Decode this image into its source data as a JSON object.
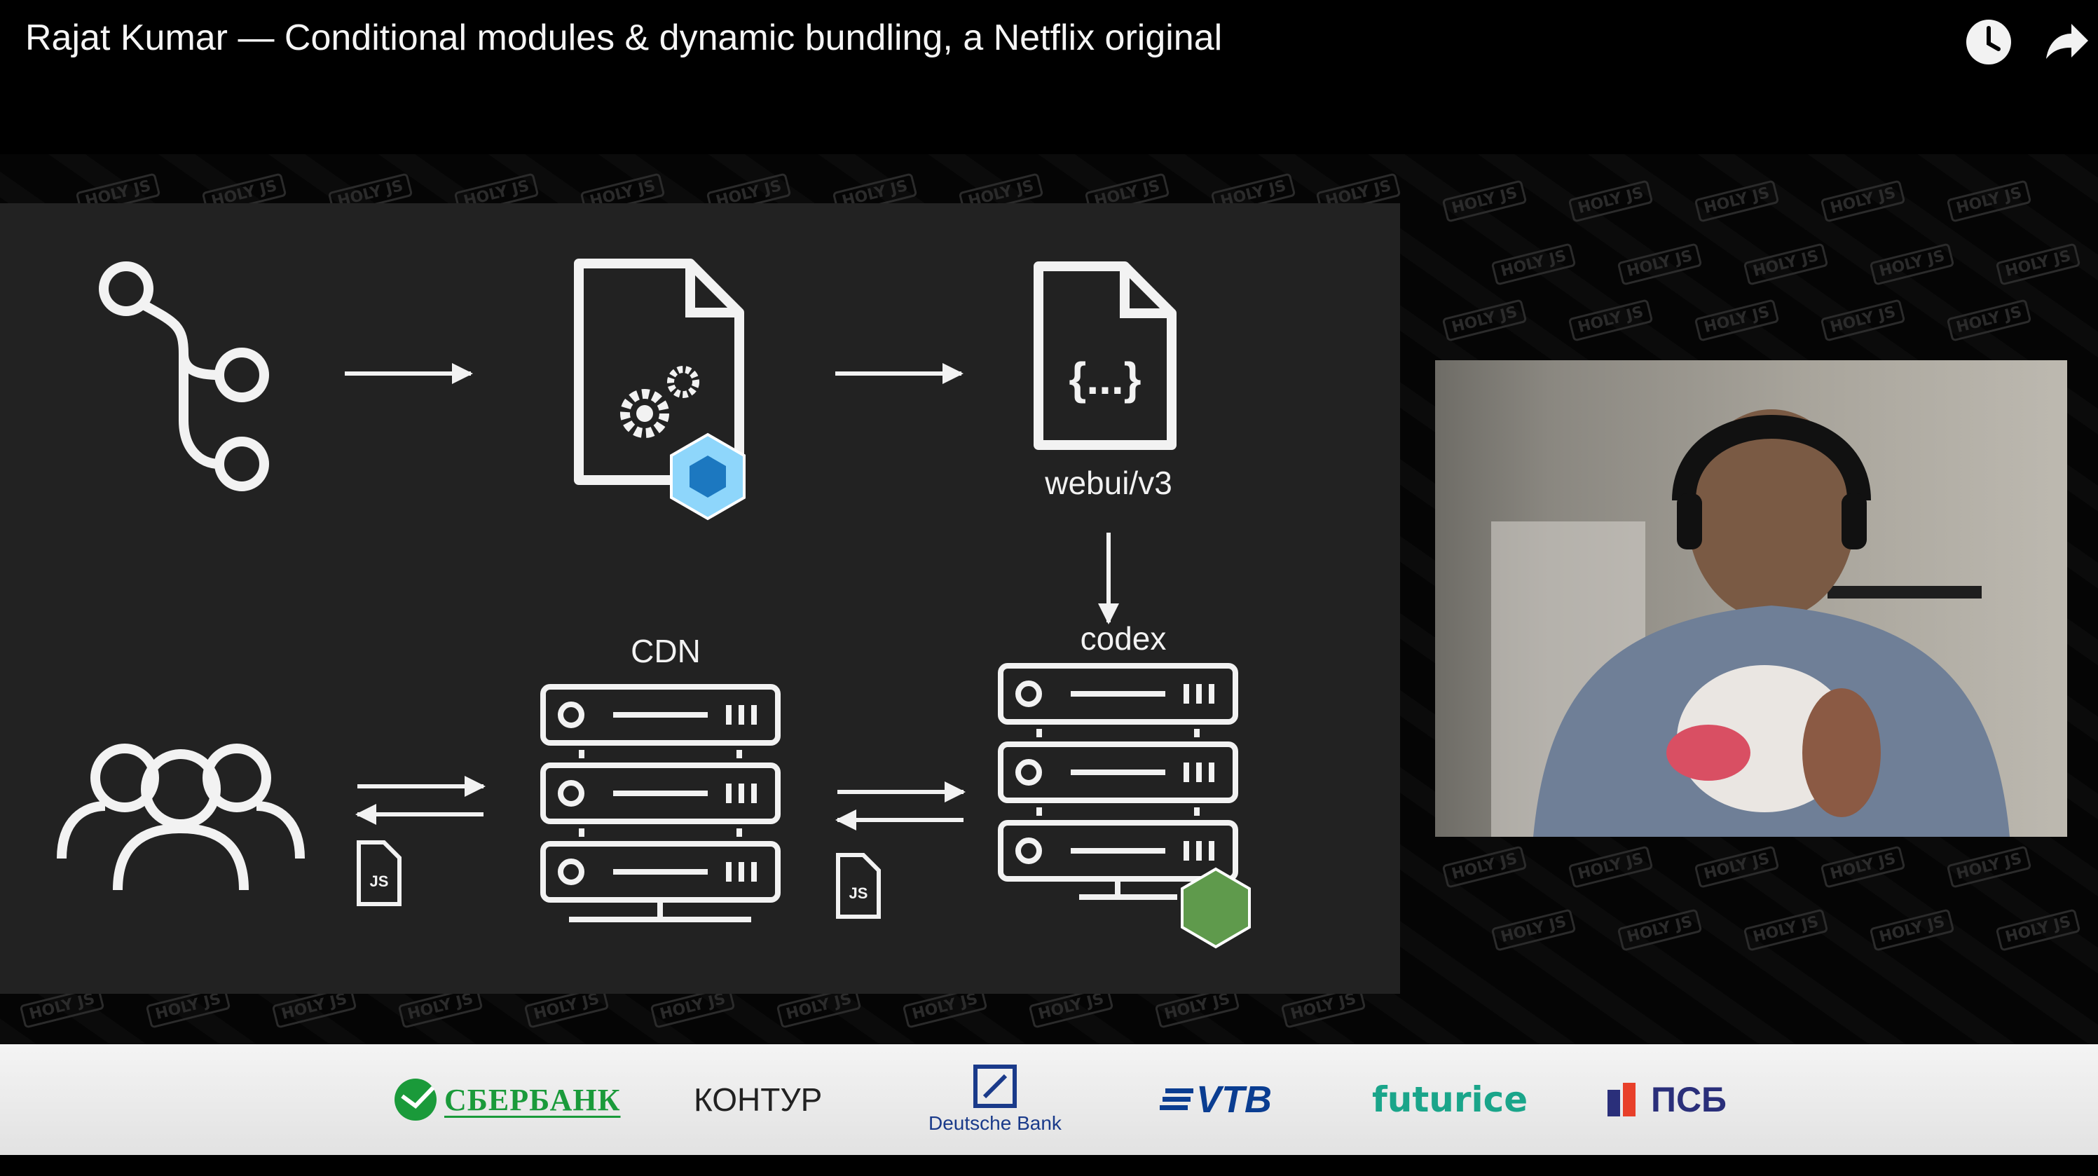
{
  "video": {
    "title": "Rajat Kumar — Conditional modules & dynamic bundling, a Netflix original",
    "watch_later_icon": "clock-icon",
    "share_icon": "share-arrow-icon"
  },
  "slide": {
    "label_webui": "webui/v3",
    "label_codex": "codex",
    "label_cdn": "CDN",
    "label_json_braces": "{...}",
    "label_js": "JS",
    "icons": [
      "git-branch-icon",
      "webpack-config-file-icon",
      "json-file-icon",
      "users-group-icon",
      "server-stack-icon",
      "nodejs-icon",
      "js-file-icon"
    ]
  },
  "watermark": {
    "text": "HOLY JS"
  },
  "sponsors": [
    {
      "name": "СБЕРБАНК"
    },
    {
      "name": "КОНТУР"
    },
    {
      "name": "Deutsche Bank"
    },
    {
      "name": "VTB"
    },
    {
      "name": "futurice"
    },
    {
      "name": "ПСБ"
    }
  ],
  "colors": {
    "slide_bg": "#222222",
    "page_bg": "#000000",
    "sber_green": "#1a9a3a",
    "vtb_blue": "#0a3d91",
    "futurice_teal": "#1aa58a",
    "psb_navy": "#2a2f7a",
    "webpack_blue": "#8ed6fb",
    "node_green": "#68a063"
  }
}
